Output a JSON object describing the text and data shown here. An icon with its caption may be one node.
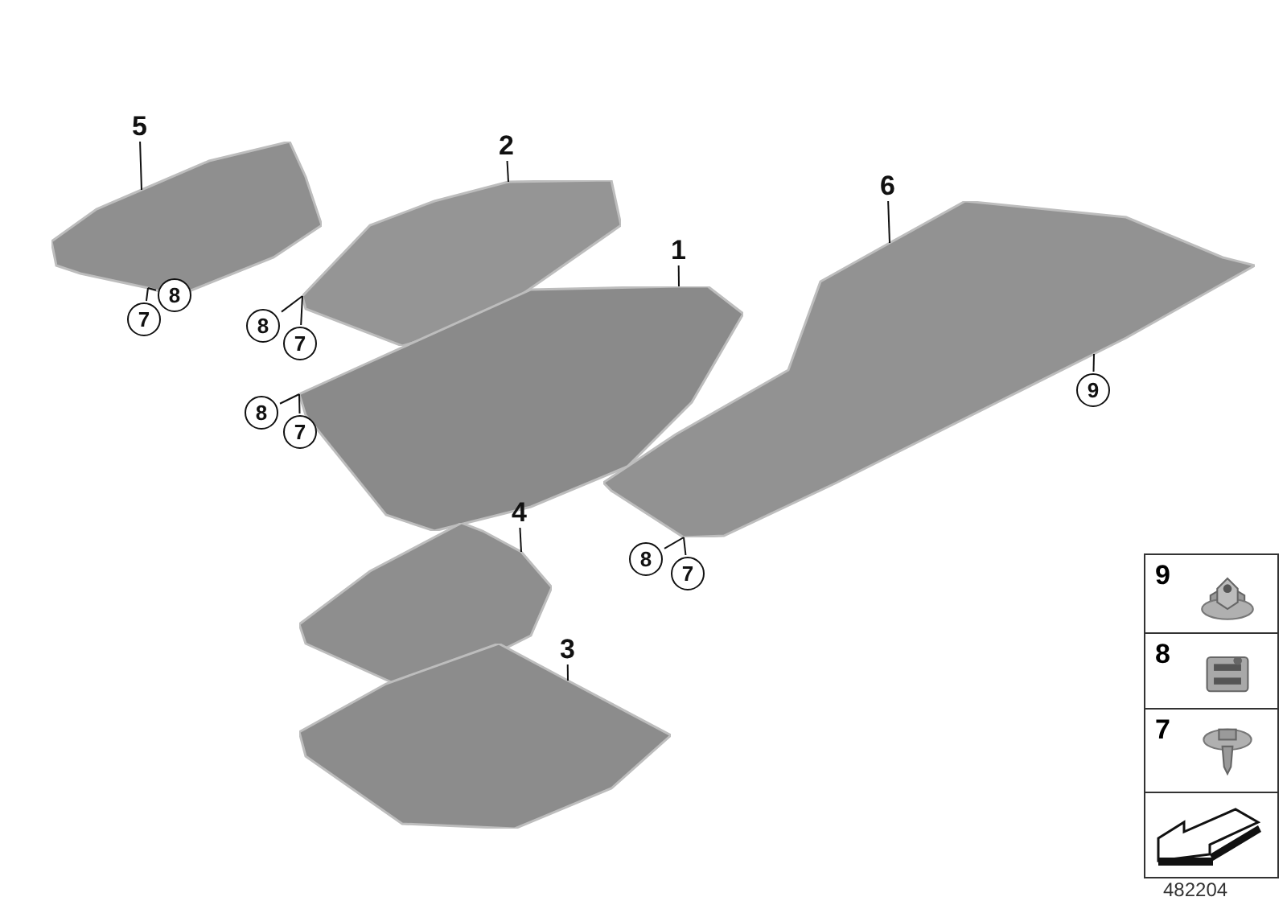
{
  "diagram": {
    "nodes": [
      {
        "text": [
          "5"
        ]
      },
      {
        "text": [],
        "shape": "picture"
      },
      {
        "text": [
          "2"
        ]
      },
      {
        "text": [],
        "shape": "picture"
      },
      {
        "text": [
          "1"
        ]
      },
      {
        "text": [],
        "shape": "picture"
      },
      {
        "text": [
          "6"
        ]
      },
      {
        "text": [],
        "shape": "picture"
      },
      {
        "text": [
          "8"
        ]
      },
      {
        "text": [
          "7"
        ]
      },
      {
        "text": [
          "8"
        ]
      },
      {
        "text": [
          "7"
        ]
      },
      {
        "text": [
          "9"
        ]
      },
      {
        "text": [
          "8"
        ]
      },
      {
        "text": [
          "7"
        ]
      },
      {
        "text": [
          "4"
        ]
      },
      {
        "text": [],
        "shape": "picture"
      },
      {
        "text": [
          "8"
        ]
      },
      {
        "text": [
          "7"
        ]
      },
      {
        "text": [
          "3"
        ]
      },
      {
        "text": [],
        "shape": "picture"
      }
    ],
    "edges": [
      {
        "from": 0,
        "to": 1,
        "arrow": "none"
      },
      {
        "from": 2,
        "to": 3,
        "arrow": "none"
      },
      {
        "from": 4,
        "to": 5,
        "arrow": "none"
      },
      {
        "from": 6,
        "to": 7,
        "arrow": "none"
      },
      {
        "from": 8,
        "to": 1,
        "arrow": "none"
      },
      {
        "from": 9,
        "to": 1,
        "arrow": "none"
      },
      {
        "from": 10,
        "to": 3,
        "arrow": "none"
      },
      {
        "from": 11,
        "to": 3,
        "arrow": "none"
      },
      {
        "from": 12,
        "to": 7,
        "arrow": "none"
      },
      {
        "from": 13,
        "to": 5,
        "arrow": "none"
      },
      {
        "from": 14,
        "to": 5,
        "arrow": "none"
      },
      {
        "from": 15,
        "to": 16,
        "arrow": "none"
      },
      {
        "from": 17,
        "to": 7,
        "arrow": "none"
      },
      {
        "from": 18,
        "to": 7,
        "arrow": "none"
      },
      {
        "from": 19,
        "to": 20,
        "arrow": "none"
      }
    ],
    "labels": [
      "9",
      "8",
      "7",
      "482204"
    ]
  }
}
